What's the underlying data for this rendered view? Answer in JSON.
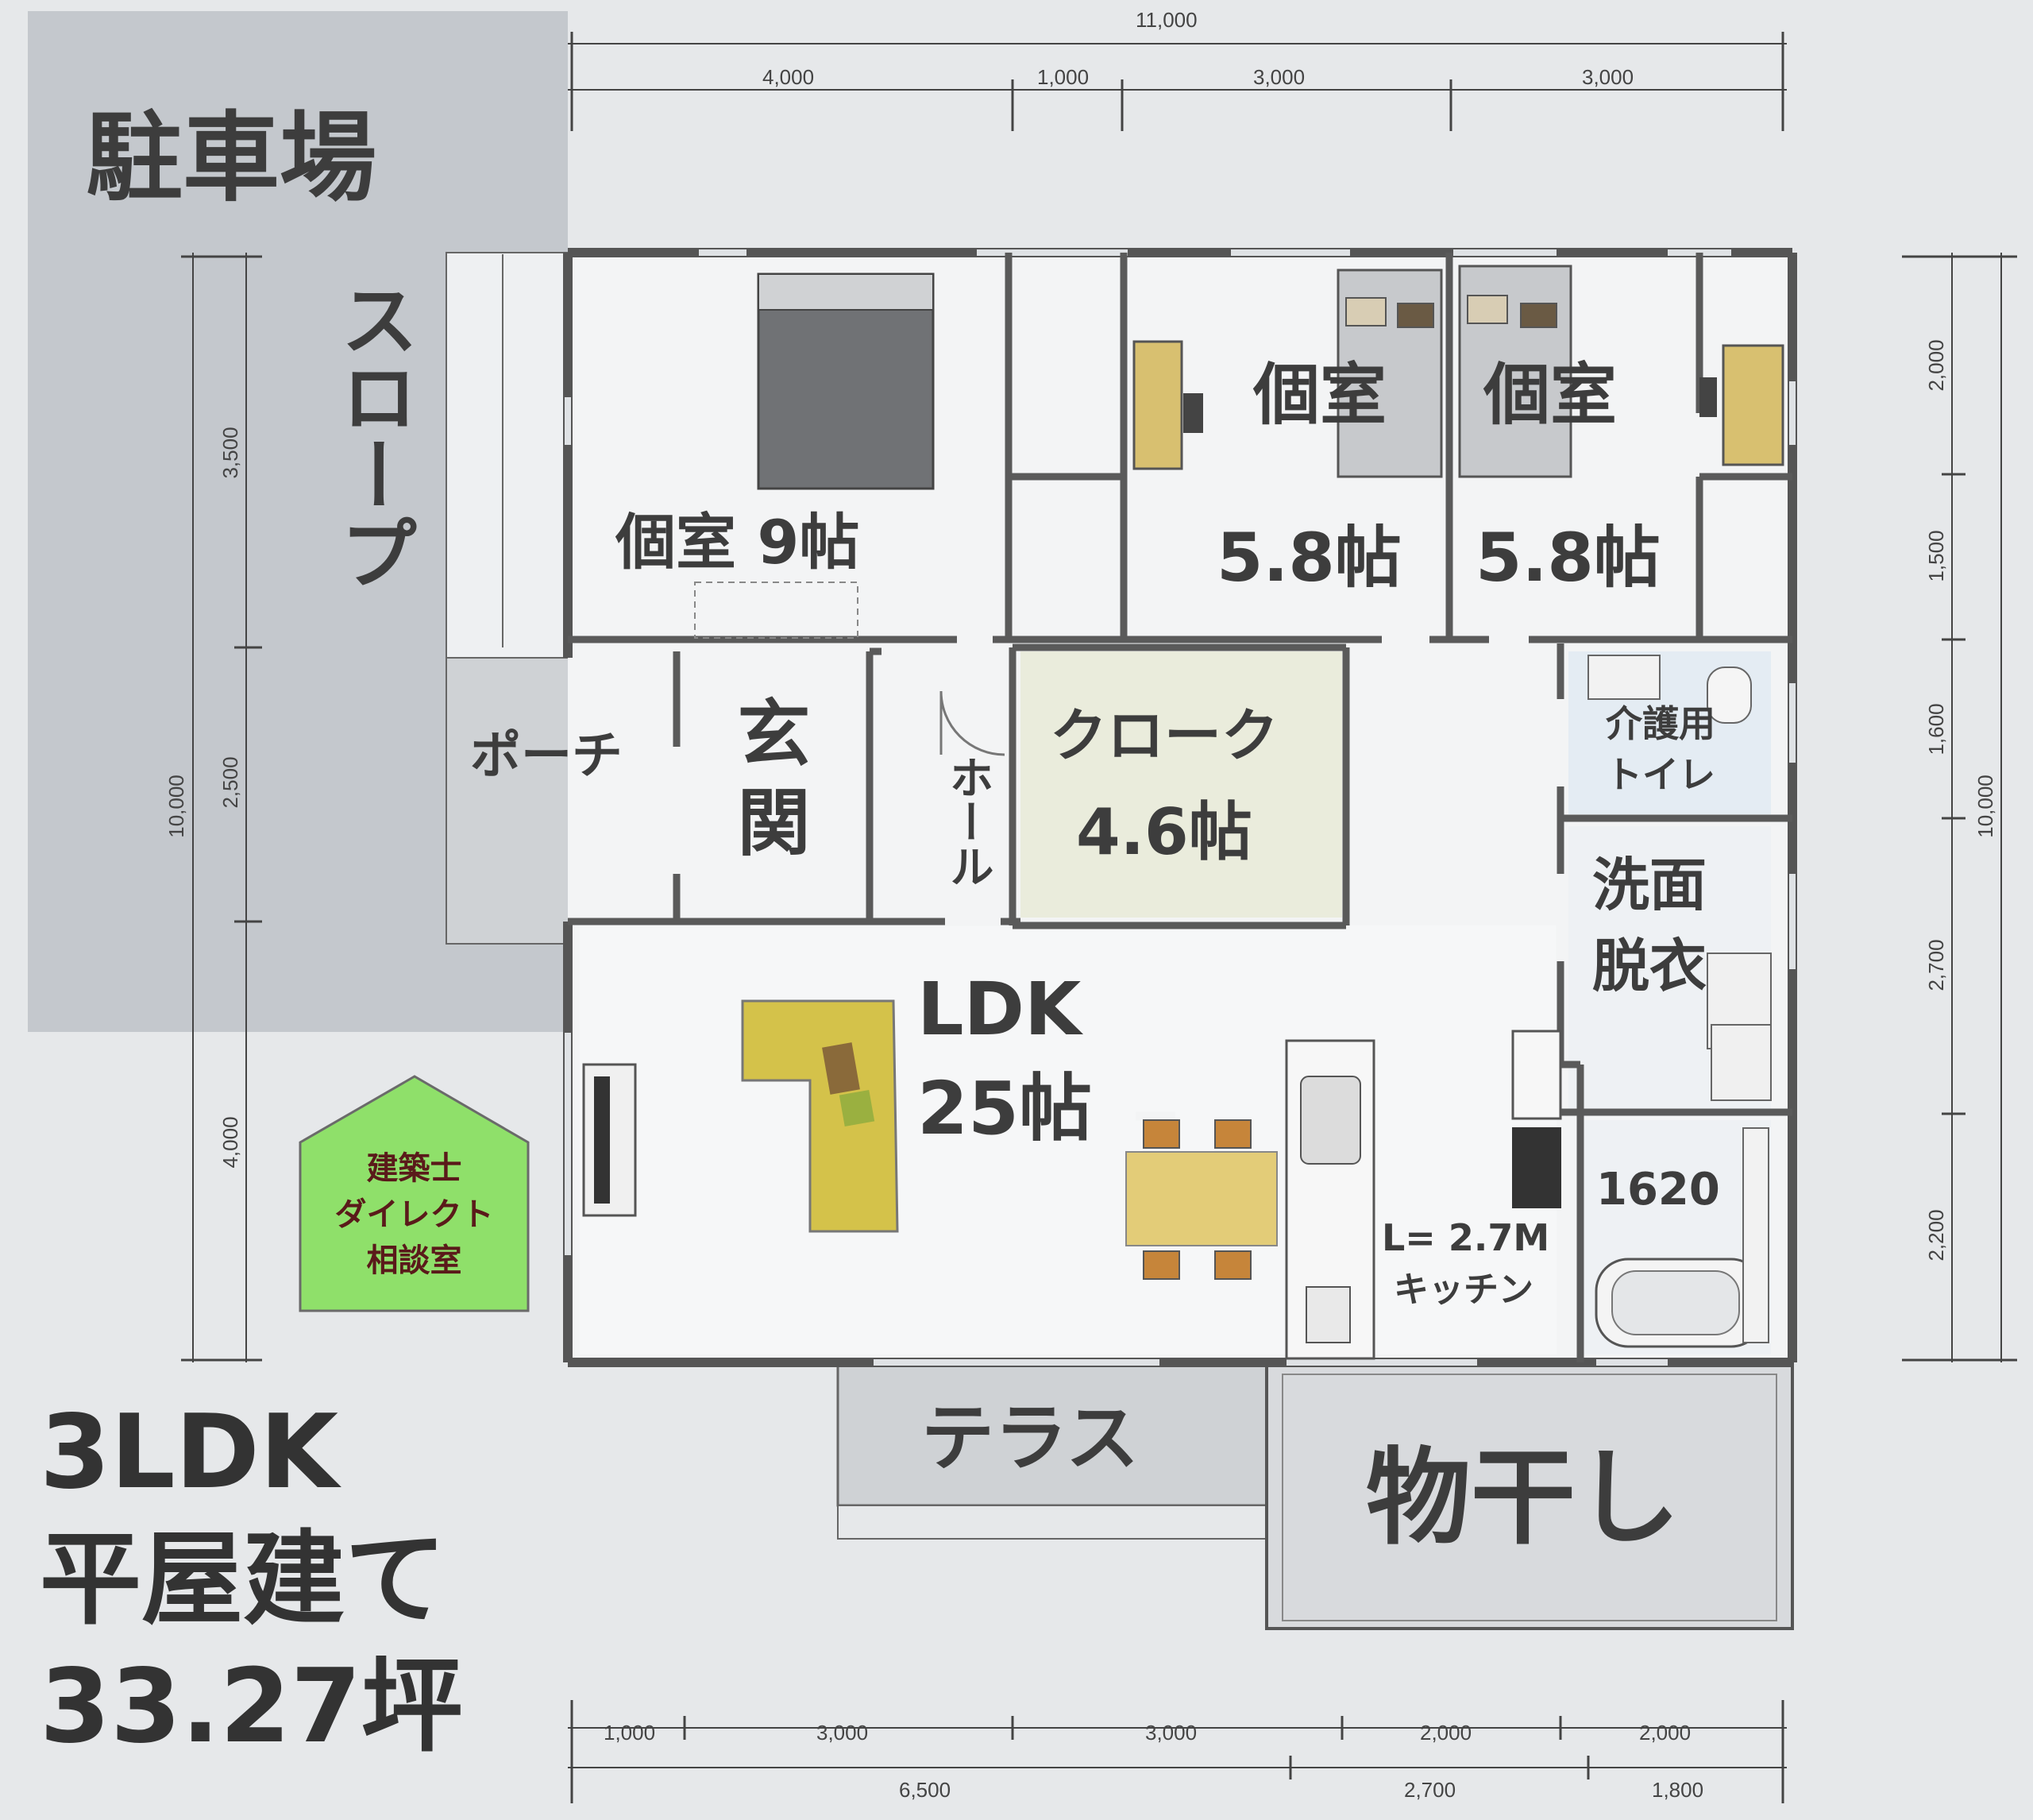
{
  "title": {
    "line1": "3LDK",
    "line2": "平屋建て",
    "line3": "33.27坪"
  },
  "rooms": {
    "parking": "駐車場",
    "slope": "スロープ",
    "bedroom_main": "個室 9帖",
    "room_a": "個室",
    "room_a_size": "5.8帖",
    "room_b": "個室",
    "room_b_size": "5.8帖",
    "porch": "ポーチ",
    "entrance": "玄関",
    "hall": "ホール",
    "cloak": "クローク",
    "cloak_size": "4.6帖",
    "care_toilet_1": "介護用",
    "care_toilet_2": "トイレ",
    "washroom_1": "洗面",
    "washroom_2": "脱衣",
    "ldk": "LDK",
    "ldk_size": "25帖",
    "bath": "1620",
    "kitchen_1": "L= 2.7M",
    "kitchen_2": "キッチン",
    "terrace": "テラス",
    "drying": "物干し"
  },
  "badge": {
    "line1": "建築士",
    "line2": "ダイレクト",
    "line3": "相談室",
    "color": "#8fe06a"
  },
  "dimensions": {
    "top_total": "11,000",
    "top": [
      "4,000",
      "1,000",
      "3,000",
      "3,000"
    ],
    "bottom_a": [
      "1,000",
      "3,000",
      "3,000",
      "2,000",
      "2,000"
    ],
    "bottom_b": [
      "6,500",
      "2,700",
      "1,800"
    ],
    "left_total": "10,000",
    "left": [
      "3,500",
      "2,500",
      "4,000"
    ],
    "right_total": "10,000",
    "right": [
      "2,000",
      "1,500",
      "1,600",
      "2,700",
      "2,200"
    ]
  }
}
